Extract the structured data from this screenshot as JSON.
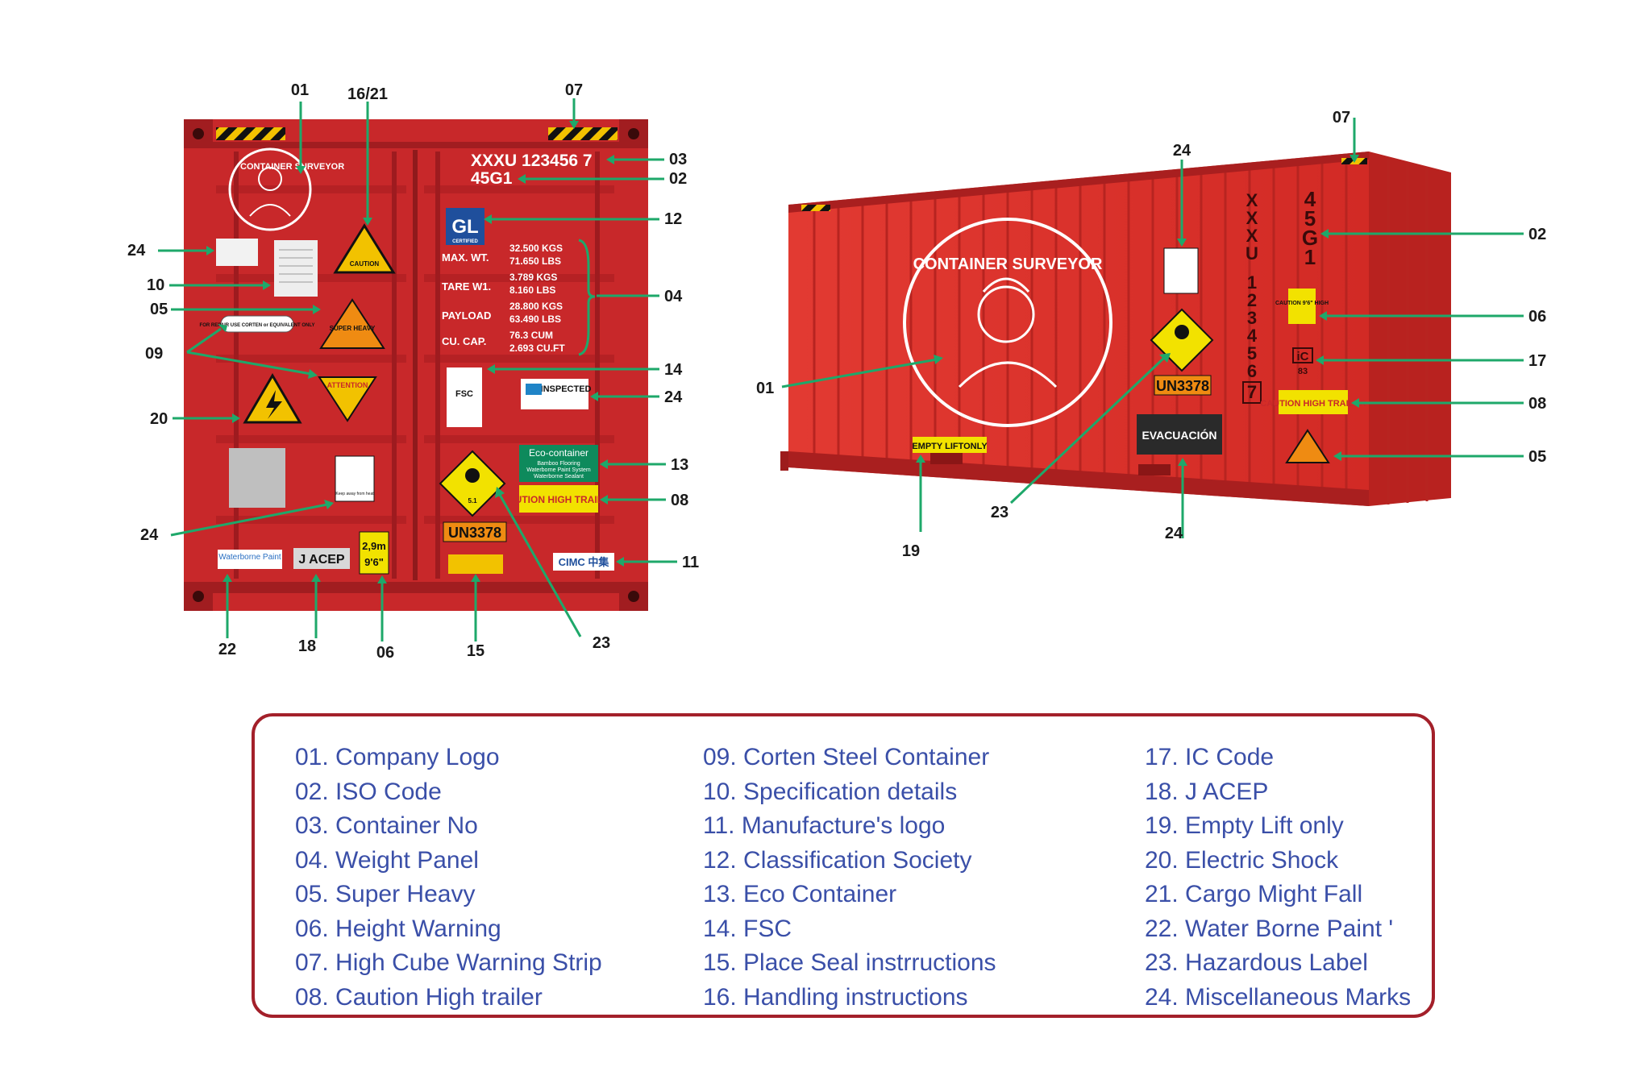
{
  "front_view": {
    "callouts": {
      "c01": "01",
      "c16": "16/21",
      "c07": "07",
      "c03": "03",
      "c02": "02",
      "c12": "12",
      "c24a": "24",
      "c10": "10",
      "c04": "04",
      "c05": "05",
      "c09": "09",
      "c14": "14",
      "c24b": "24",
      "c20": "20",
      "c13": "13",
      "c08": "08",
      "c24c": "24",
      "c11": "11",
      "c22": "22",
      "c18": "18",
      "c06": "06",
      "c15": "15",
      "c23": "23"
    },
    "container_no": "XXXU 123456 7",
    "iso_code": "45G1",
    "gl_label": "GL",
    "gl_sub": "CERTIFIED",
    "weights": [
      {
        "label": "MAX. WT.",
        "v1": "32.500  KGS",
        "v2": "71.650  LBS"
      },
      {
        "label": "TARE W1.",
        "v1": "3.789  KGS",
        "v2": "8.160  LBS"
      },
      {
        "label": "PAYLOAD",
        "v1": "28.800 KGS",
        "v2": "63.490  LBS"
      },
      {
        "label": "CU. CAP.",
        "v1": "76.3  CUM",
        "v2": "2.693 CU.FT"
      }
    ],
    "logo_text": "CONTAINER SURVEYOR",
    "repair_note": "FOR REPAIR USE CORTEN or EQUIVALENT ONLY",
    "super_heavy": "SUPER HEAVY",
    "attention": "ATTENTION",
    "inspected": "INSPECTED",
    "fsc": "FSC",
    "eco_title": "Eco-container",
    "eco_lines": [
      "Bamboo Flooring",
      "Waterborne Paint System",
      "Waterborne Sealant"
    ],
    "caution_high_trailer": "CAUTION HIGH TRAILER",
    "un_number": "UN3378",
    "hazard_class": "5.1",
    "waterborne_paint": "Waterborne Paint",
    "jacep": "J ACEP",
    "height_m": "2,9m",
    "height_ft": "9'6\"",
    "cimc": "CIMC 中集",
    "keep_away": "Keep away from heat"
  },
  "side_view": {
    "callouts": {
      "c07": "07",
      "c24a": "24",
      "c02": "02",
      "c06": "06",
      "c17": "17",
      "c01": "01",
      "c08": "08",
      "c05": "05",
      "c23": "23",
      "c19": "19",
      "c24b": "24"
    },
    "container_no_vertical": [
      "X",
      "X",
      "X",
      "U",
      "1",
      "2",
      "3",
      "4",
      "5",
      "6",
      "7"
    ],
    "iso_vertical": [
      "4",
      "5",
      "G",
      "1"
    ],
    "height_caution": "CAUTION 9'6\" HIGH",
    "ic": "iC",
    "ic_code": "83",
    "caution_high_trailer": "CAUTION HIGH TRAILER",
    "empty_lift": "EMPTY LIFTONLY",
    "evacuacion": "EVACUACIÓN",
    "un_number": "UN3378",
    "logo_text": "CONTAINER SURVEYOR"
  },
  "legend": {
    "col1": [
      "01. Company Logo",
      "02. ISO Code",
      "03. Container No",
      "04. Weight Panel",
      "05. Super Heavy",
      "06. Height Warning",
      "07. High Cube Warning Strip",
      "08. Caution High trailer"
    ],
    "col2": [
      "09. Corten Steel Container",
      "10. Specification details",
      "11. Manufacture's logo",
      "12. Classification Society",
      "13. Eco Container",
      "14. FSC",
      "15. Place Seal instrructions",
      "16. Handling instructions"
    ],
    "col3": [
      "17. IC Code",
      "18. J ACEP",
      "19. Empty Lift only",
      "20. Electric Shock",
      "21. Cargo Might Fall",
      "22. Water Borne Paint '",
      "23. Hazardous Label",
      "24. Miscellaneous Marks"
    ]
  },
  "colors": {
    "container": "#c8282a",
    "container_dark": "#a11d20",
    "leader": "#1ea86a",
    "legend_text": "#3a4fa8",
    "legend_border": "#a3202a"
  }
}
